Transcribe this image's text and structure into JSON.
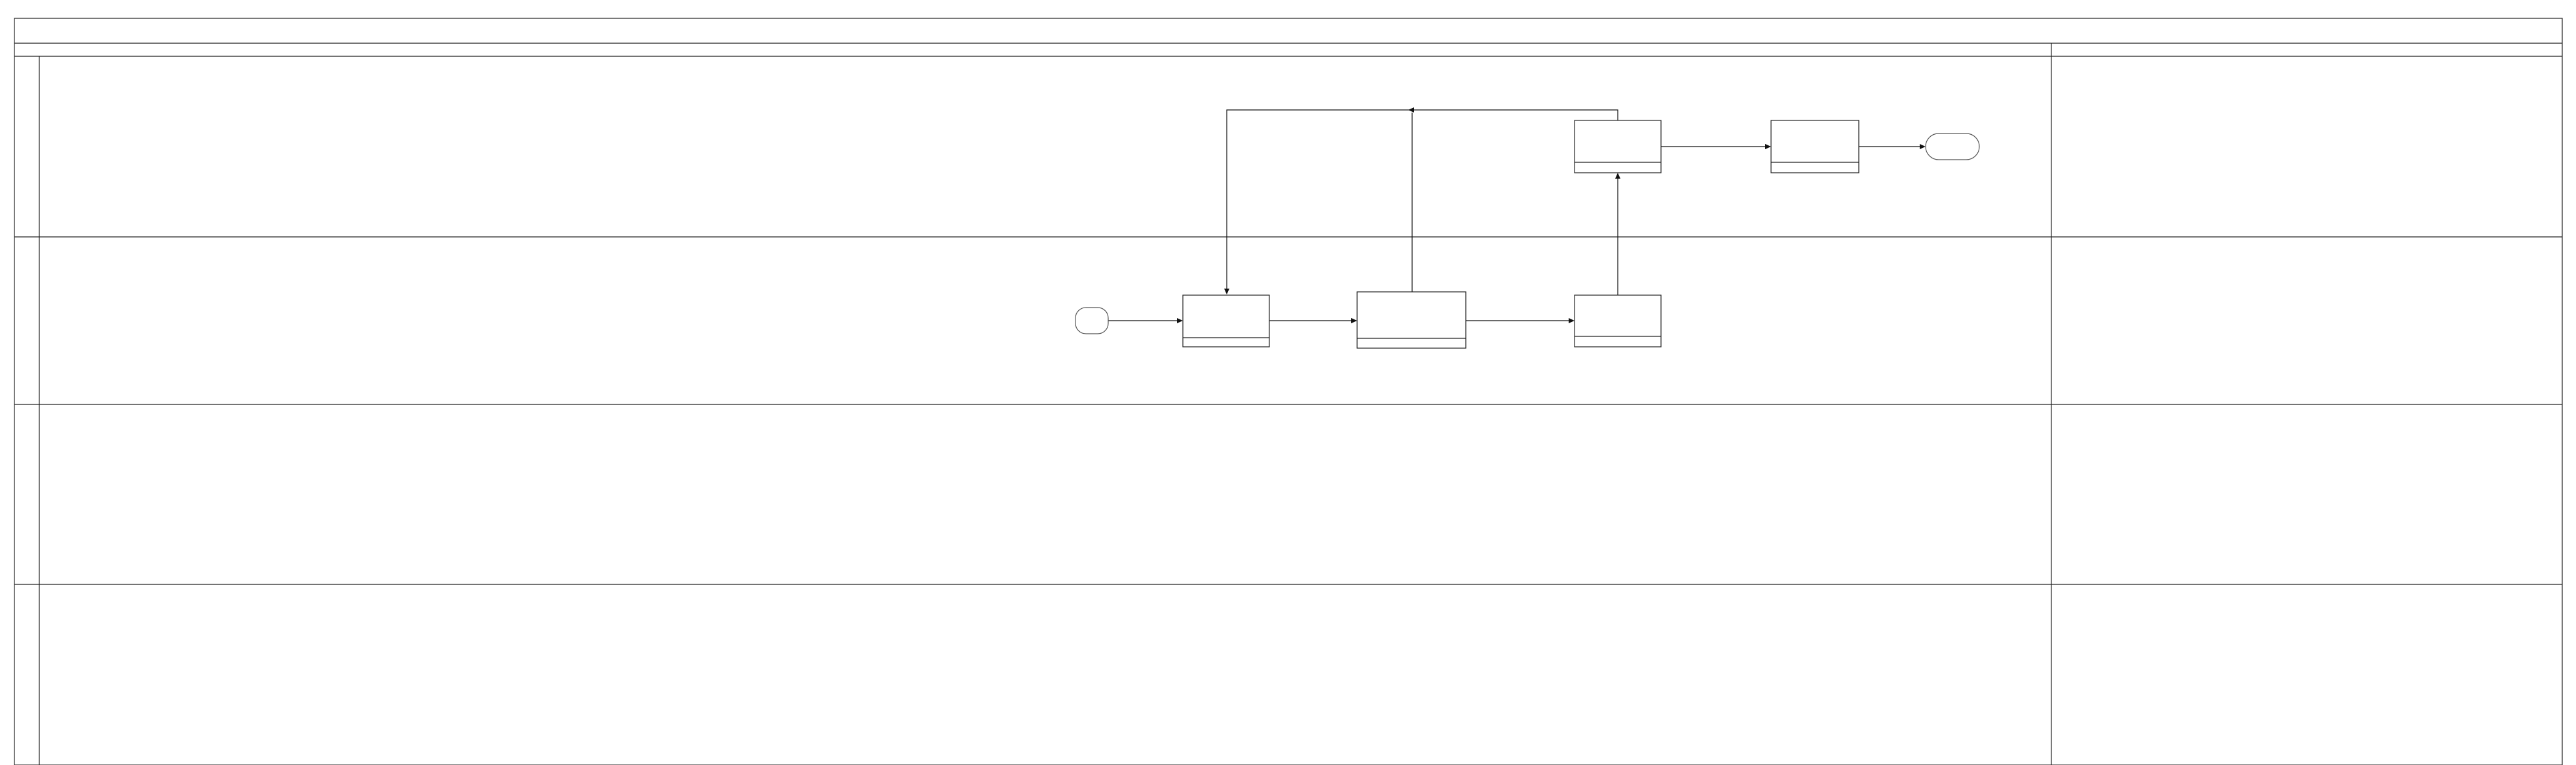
{
  "diagram": {
    "title": "",
    "lanes": [
      {
        "name": ""
      },
      {
        "name": ""
      },
      {
        "name": ""
      },
      {
        "name": ""
      }
    ],
    "notes_column_header": "",
    "nodes": [
      {
        "id": "start",
        "kind": "terminal",
        "label": ""
      },
      {
        "id": "step-1",
        "kind": "process",
        "label": "",
        "footer": ""
      },
      {
        "id": "step-2",
        "kind": "process",
        "label": "",
        "footer": ""
      },
      {
        "id": "step-3",
        "kind": "process",
        "label": "",
        "footer": ""
      },
      {
        "id": "step-4",
        "kind": "process",
        "label": "",
        "footer": ""
      },
      {
        "id": "step-5",
        "kind": "process",
        "label": "",
        "footer": ""
      },
      {
        "id": "end",
        "kind": "terminal",
        "label": ""
      }
    ],
    "edges": [
      {
        "from": "start",
        "to": "step-1"
      },
      {
        "from": "step-1",
        "to": "step-2"
      },
      {
        "from": "step-2",
        "to": "step-3"
      },
      {
        "from": "step-3",
        "to": "step-4"
      },
      {
        "from": "step-4",
        "to": "step-5"
      },
      {
        "from": "step-5",
        "to": "end"
      },
      {
        "from": "step-4",
        "to": "step-1"
      },
      {
        "from": "step-2",
        "to": "step-4"
      }
    ]
  }
}
